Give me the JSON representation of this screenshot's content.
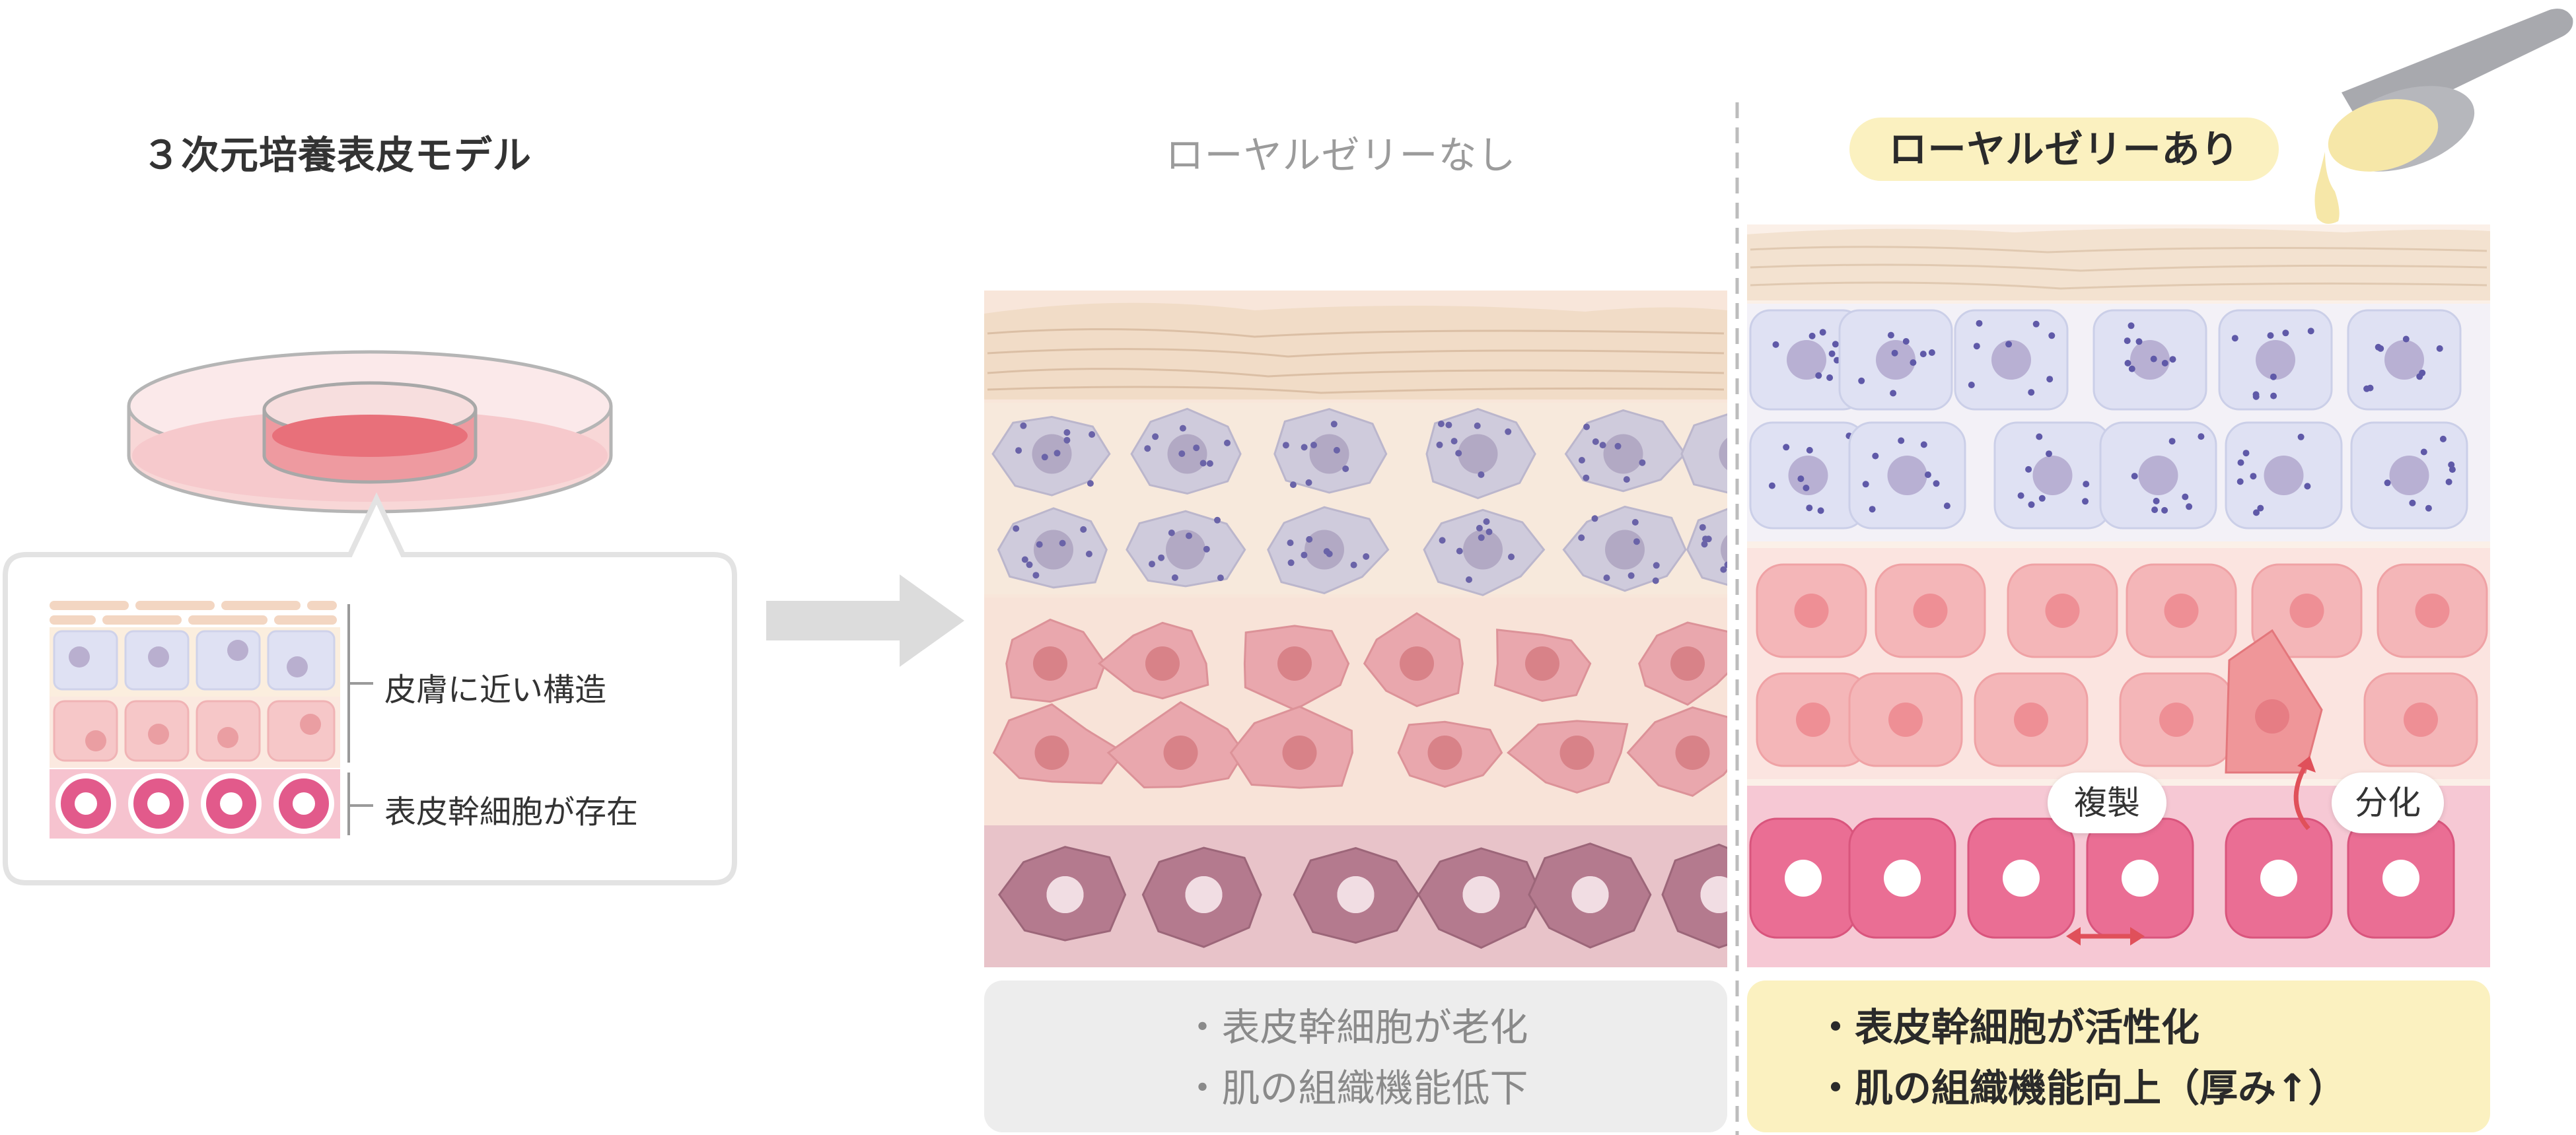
{
  "titles": {
    "model": "３次元培養表皮モデル",
    "without": "ローヤルゼリーなし",
    "with": "ローヤルゼリーあり"
  },
  "model_labels": {
    "structure": "皮膚に近い構造",
    "stem_cells": "表皮幹細胞が存在"
  },
  "without_panel": {
    "line1": "・表皮幹細胞が老化",
    "line2": "・肌の組織機能低下"
  },
  "with_panel": {
    "line1": "・表皮幹細胞が活性化",
    "line2": "・肌の組織機能向上（厚み↑）"
  },
  "annotations": {
    "replication": "複製",
    "differentiation": "分化"
  },
  "colors": {
    "aged_top": "#cfcbdc",
    "aged_mid": "#e9a7ad",
    "aged_basal": "#b47a8e",
    "young_top": "#dfe1f3",
    "young_mid": "#f4b6b8",
    "young_basal": "#ea6e94",
    "stratum_corneum": "#f0dcc9",
    "royal_jelly": "#f6e7a8",
    "arrow_red": "#e0505a",
    "divider": "#bdbdbd"
  },
  "icons": [
    "culture-dish-icon",
    "arrow-right-icon",
    "spoon-icon",
    "differentiation-arrow-icon",
    "double-arrow-icon"
  ]
}
